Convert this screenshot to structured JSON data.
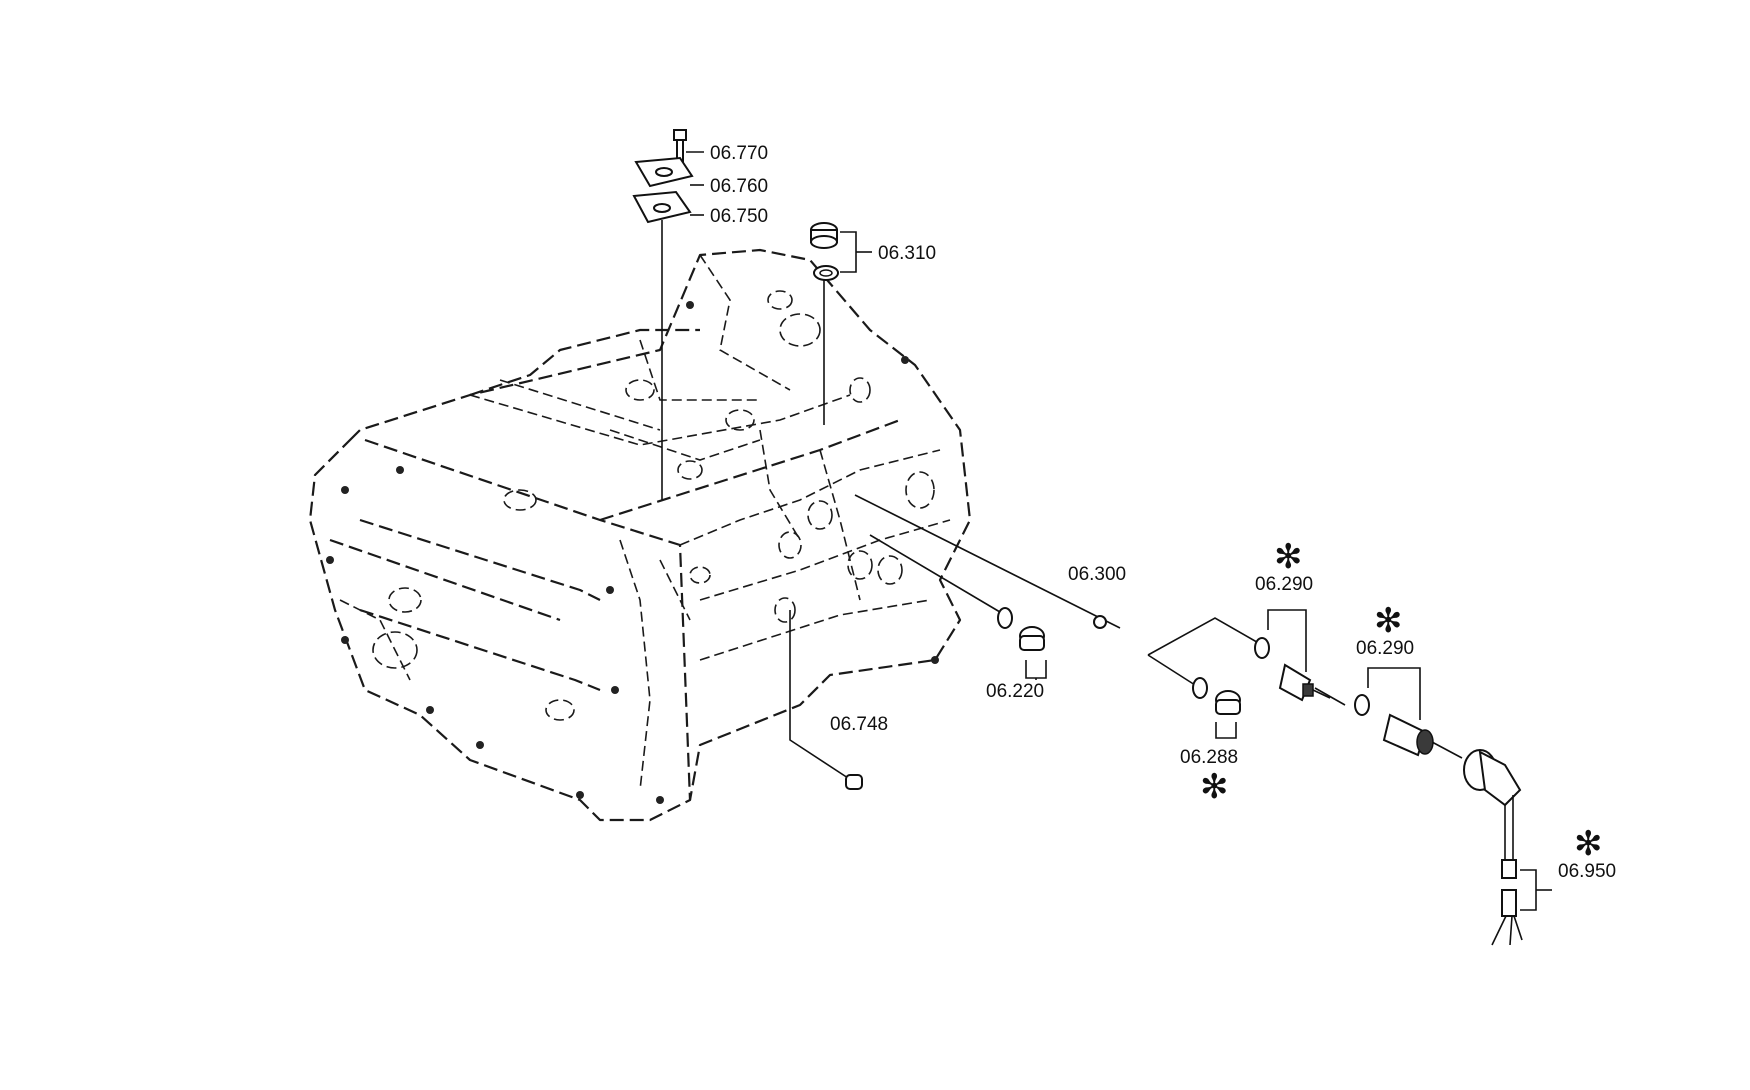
{
  "diagram": {
    "callouts": {
      "c06770": "06.770",
      "c06760": "06.760",
      "c06750": "06.750",
      "c06310": "06.310",
      "c06300": "06.300",
      "c06290a": "06.290",
      "c06290b": "06.290",
      "c06220": "06.220",
      "c06288": "06.288",
      "c06748": "06.748",
      "c06950": "06.950"
    },
    "marker_symbol": "✻",
    "line_color": "#111111"
  }
}
